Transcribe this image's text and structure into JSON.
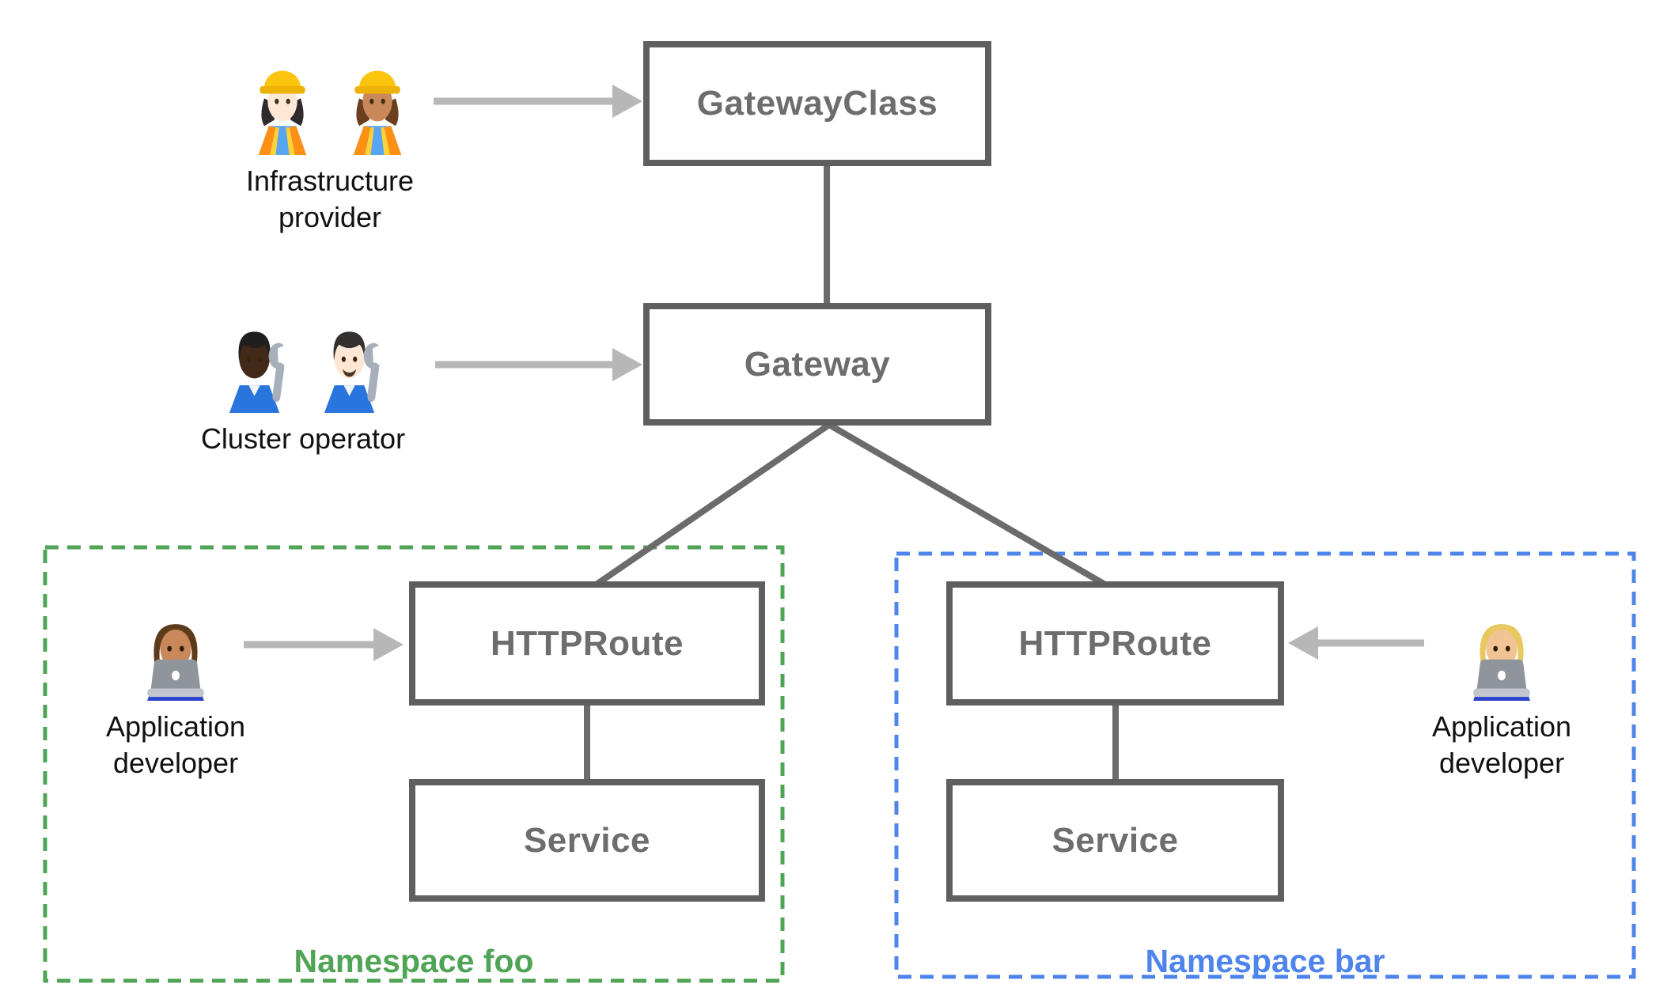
{
  "nodes": {
    "gateway_class": {
      "label": "GatewayClass"
    },
    "gateway": {
      "label": "Gateway"
    },
    "httproute_foo": {
      "label": "HTTPRoute"
    },
    "service_foo": {
      "label": "Service"
    },
    "httproute_bar": {
      "label": "HTTPRoute"
    },
    "service_bar": {
      "label": "Service"
    }
  },
  "namespaces": {
    "foo": {
      "label": "Namespace foo",
      "accent_color": "#4fa455",
      "border_style": "dashed"
    },
    "bar": {
      "label": "Namespace bar",
      "accent_color": "#4e84ec",
      "border_style": "dashed"
    }
  },
  "personas": {
    "infrastructure_provider": {
      "label": "Infrastructure provider",
      "icons": [
        "👷🏻‍♀️",
        "👷🏽‍♀️"
      ]
    },
    "cluster_operator": {
      "label": "Cluster operator",
      "icons": [
        "🧑🏿‍🔧",
        "👨🏻‍🔧"
      ]
    },
    "application_developer_foo": {
      "label": "Application developer",
      "icons": [
        "👨🏽‍💻"
      ]
    },
    "application_developer_bar": {
      "label": "Application developer",
      "icons": [
        "👩🏼‍💻"
      ]
    }
  },
  "edges": {
    "gatewayclass_to_gateway": "GatewayClass — Gateway",
    "gateway_to_httproute_foo": "Gateway — HTTPRoute (foo)",
    "gateway_to_httproute_bar": "Gateway — HTTPRoute (bar)",
    "httproute_foo_to_service_foo": "HTTPRoute — Service (foo)",
    "httproute_bar_to_service_bar": "HTTPRoute — Service (bar)"
  },
  "colors": {
    "node_border": "#5f5f5f",
    "node_text": "#6d6d6d",
    "connector": "#6b6b6b",
    "arrow": "#b7b7b7",
    "persona_text": "#111111",
    "namespace_foo_green": "#4fa455",
    "namespace_bar_blue": "#4e84ec",
    "background": "#ffffff"
  }
}
